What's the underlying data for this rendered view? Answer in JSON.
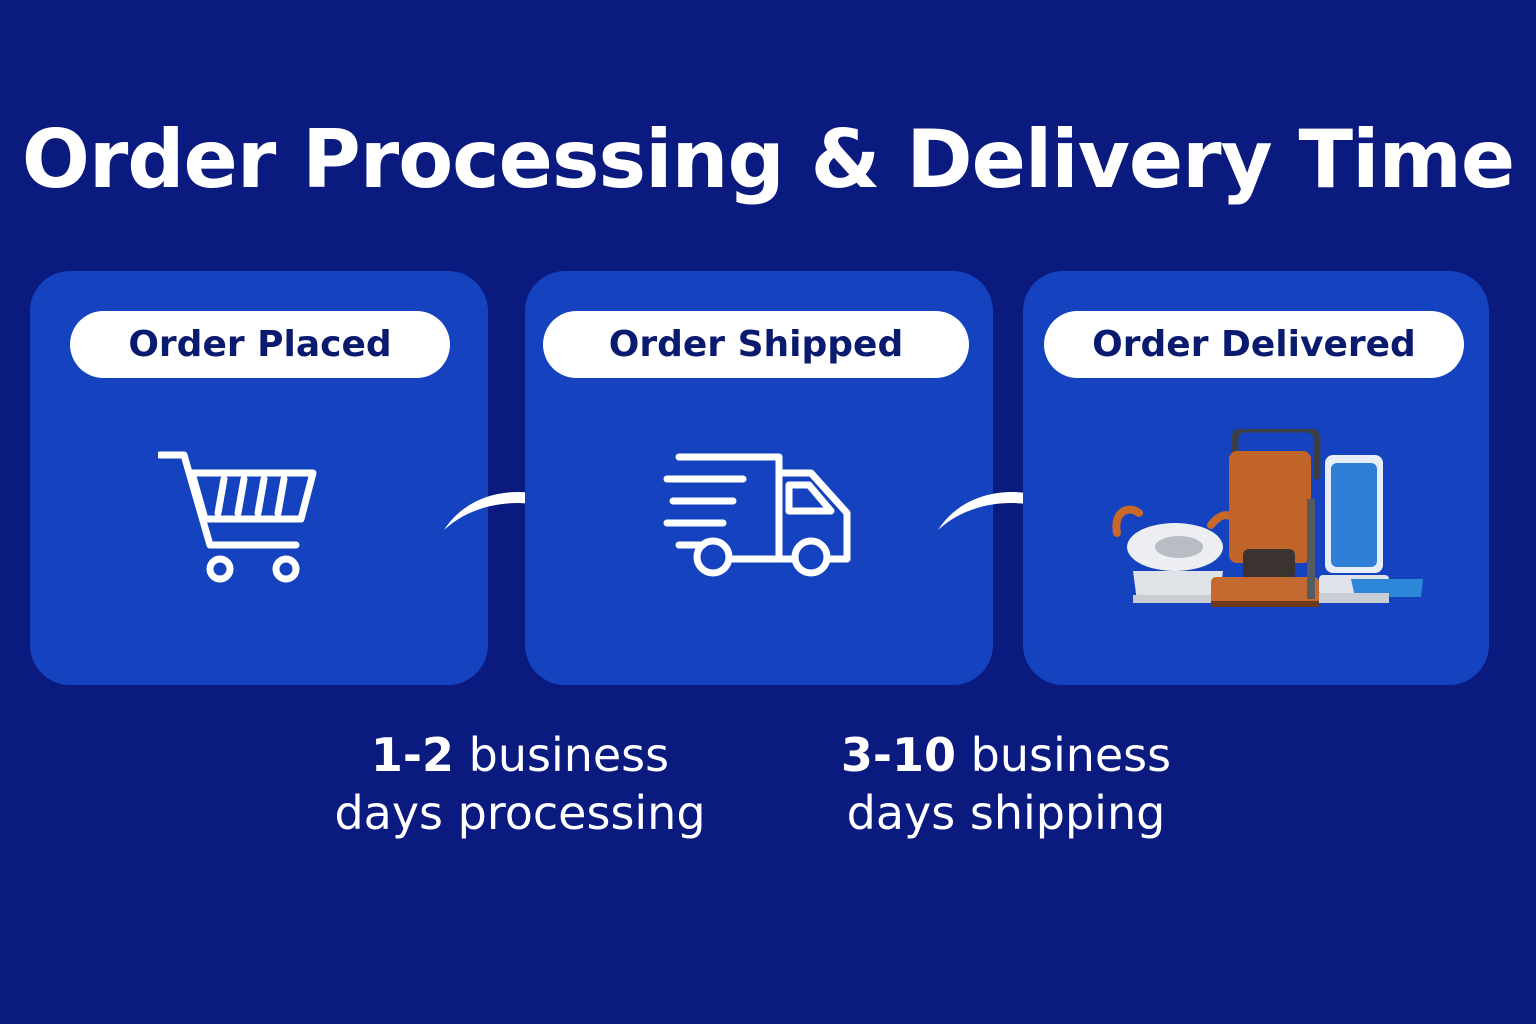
{
  "title": "Order Processing & Delivery Time",
  "steps": [
    {
      "label": "Order Placed",
      "icon": "shopping-cart-icon"
    },
    {
      "label": "Order Shipped",
      "icon": "delivery-truck-icon"
    },
    {
      "label": "Order Delivered",
      "icon": "mobility-equipment-icon"
    }
  ],
  "durations": [
    {
      "value": "1-2",
      "line1_rest": " business",
      "line2": "days processing"
    },
    {
      "value": "3-10",
      "line1_rest": " business",
      "line2": "days shipping"
    }
  ],
  "colors": {
    "background": "#0a1a7e",
    "card": "#1543c0",
    "pill": "#ffffff",
    "pill_text": "#0a1a6e",
    "equipment_orange": "#c0642a",
    "equipment_blue": "#2f7fd6"
  }
}
